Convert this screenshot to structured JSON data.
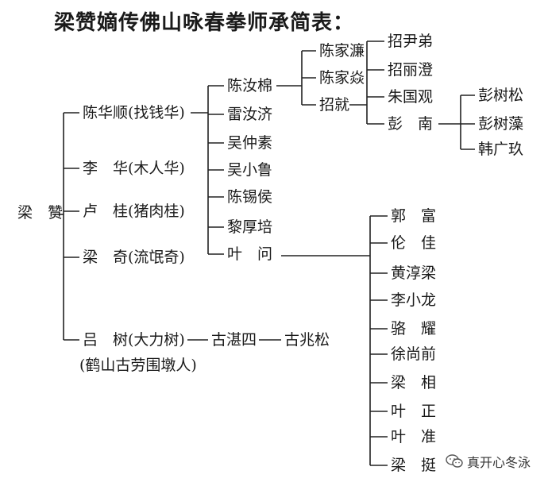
{
  "title": "梁赞嫡传佛山咏春拳师承简表：",
  "root": "梁　赞",
  "gen1": {
    "chen_huashun": "陈华顺(找钱华)",
    "li_hua": "李　华(木人华)",
    "lu_gui": "卢　桂(猪肉桂)",
    "liang_qi": "梁　奇(流氓奇)",
    "lu_shu": "吕　树(大力树)",
    "lu_shu_note": "(鹤山古劳围墩人)"
  },
  "gen2": {
    "chen_rumian": "陈汝棉",
    "lei_ruji": "雷汝济",
    "wu_zhongsu": "吴仲素",
    "wu_xiaolu": "吴小鲁",
    "chen_xihou": "陈锡侯",
    "li_houpei": "黎厚培",
    "ye_wen": "叶　问",
    "gu_zhansi": "古湛四"
  },
  "gen3": {
    "chen_jialian": "陈家濂",
    "chen_jiayan": "陈家焱",
    "zhao_jiu": "招就",
    "gu_zhaosong": "古兆松",
    "ye_wen_students": [
      "郭　富",
      "伦　佳",
      "黄淳梁",
      "李小龙",
      "骆　耀",
      "徐尚前",
      "梁　相",
      "叶　正",
      "叶　准",
      "梁　挺"
    ]
  },
  "gen4": {
    "zhao_yindi": "招尹弟",
    "zhao_lideng": "招丽澄",
    "zhu_guoguan": "朱国观",
    "peng_nan": "彭　南"
  },
  "gen5": {
    "peng_shusong": "彭树松",
    "peng_shuzao": "彭树藻",
    "han_guangjiu": "韩广玖"
  },
  "watermark": "真开心冬泳"
}
